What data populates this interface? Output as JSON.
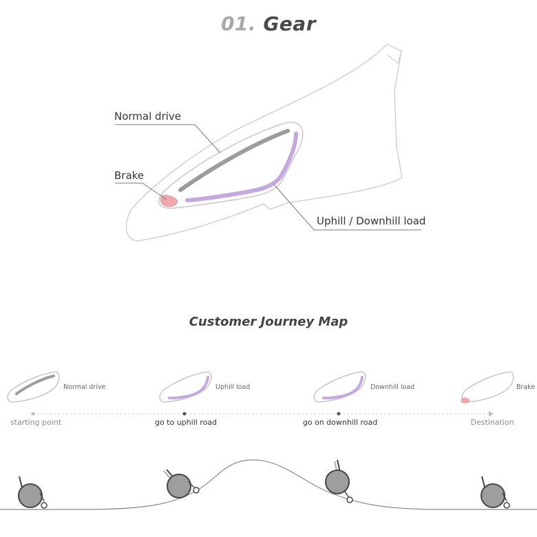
{
  "header": {
    "number": "01.",
    "word": "Gear"
  },
  "callouts": {
    "normal_drive": "Normal drive",
    "brake": "Brake",
    "uphill_downhill": "Uphill / Downhill load"
  },
  "journey": {
    "title": "Customer Journey Map",
    "states": [
      "Normal drive",
      "Uphill load",
      "Downhill load",
      "Brake"
    ],
    "stages": [
      "starting point",
      "go to uphill road",
      "go on downhill road",
      "Destination"
    ]
  },
  "colors": {
    "normal_drive": "#9c9c9c",
    "load": "#c4a8e0",
    "brake": "#f0a8b0",
    "outline": "#cfcfcf",
    "text": "#333333"
  }
}
